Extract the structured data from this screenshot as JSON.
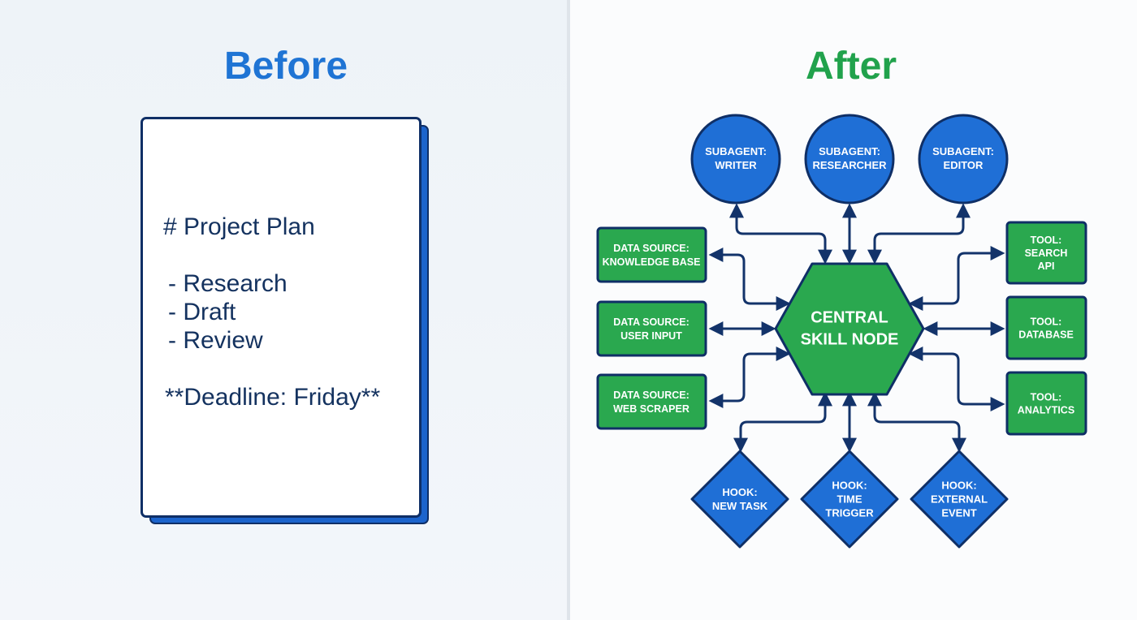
{
  "before": {
    "heading": "Before",
    "document": {
      "title_line": "# Project Plan",
      "items": [
        "- Research",
        "- Draft",
        "- Review"
      ],
      "deadline_line": "**Deadline: Friday**"
    }
  },
  "after": {
    "heading": "After",
    "central": {
      "lines": [
        "CENTRAL",
        "SKILL NODE"
      ]
    },
    "subagents": [
      {
        "lines": [
          "SUBAGENT:",
          "WRITER"
        ]
      },
      {
        "lines": [
          "SUBAGENT:",
          "RESEARCHER"
        ]
      },
      {
        "lines": [
          "SUBAGENT:",
          "EDITOR"
        ]
      }
    ],
    "data_sources": [
      {
        "lines": [
          "DATA SOURCE:",
          "KNOWLEDGE BASE"
        ]
      },
      {
        "lines": [
          "DATA SOURCE:",
          "USER INPUT"
        ]
      },
      {
        "lines": [
          "DATA SOURCE:",
          "WEB SCRAPER"
        ]
      }
    ],
    "tools": [
      {
        "lines": [
          "TOOL:",
          "SEARCH",
          "API"
        ]
      },
      {
        "lines": [
          "TOOL:",
          "DATABASE"
        ]
      },
      {
        "lines": [
          "TOOL:",
          "ANALYTICS"
        ]
      }
    ],
    "hooks": [
      {
        "lines": [
          "HOOK:",
          "NEW TASK"
        ]
      },
      {
        "lines": [
          "HOOK:",
          "TIME",
          "TRIGGER"
        ]
      },
      {
        "lines": [
          "HOOK:",
          "EXTERNAL",
          "EVENT"
        ]
      }
    ],
    "colors": {
      "blue": "#1f6fd6",
      "green": "#2aa84f",
      "outline": "#0f2f66",
      "arrow": "#13336a"
    }
  }
}
